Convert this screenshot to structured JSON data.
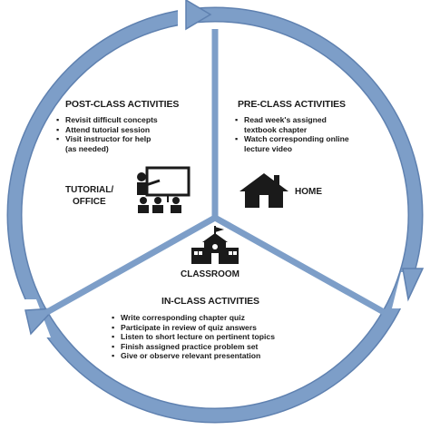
{
  "colors": {
    "ring": "#7d9ec8",
    "ring_stroke": "#5f81b0",
    "ink": "#1a1a1a"
  },
  "icons": {
    "tutorial": "tutorial-office-icon",
    "home": "home-icon",
    "classroom": "classroom-icon"
  },
  "post_class": {
    "title": "POST-CLASS ACTIVITIES",
    "items": [
      "Revisit difficult concepts",
      "Attend tutorial session",
      "Visit instructor for help",
      "(as needed)"
    ],
    "place_line1": "TUTORIAL/",
    "place_line2": "OFFICE"
  },
  "pre_class": {
    "title": "PRE-CLASS ACTIVITIES",
    "items": [
      "Read week's assigned",
      "textbook chapter",
      "Watch corresponding online",
      "lecture video"
    ],
    "place": "HOME"
  },
  "in_class": {
    "place": "CLASSROOM",
    "title": "IN-CLASS ACTIVITIES",
    "items": [
      "Write corresponding chapter quiz",
      "Participate in review of quiz answers",
      "Listen to short lecture on pertinent topics",
      "Finish assigned practice problem set",
      "Give or observe relevant presentation"
    ]
  }
}
